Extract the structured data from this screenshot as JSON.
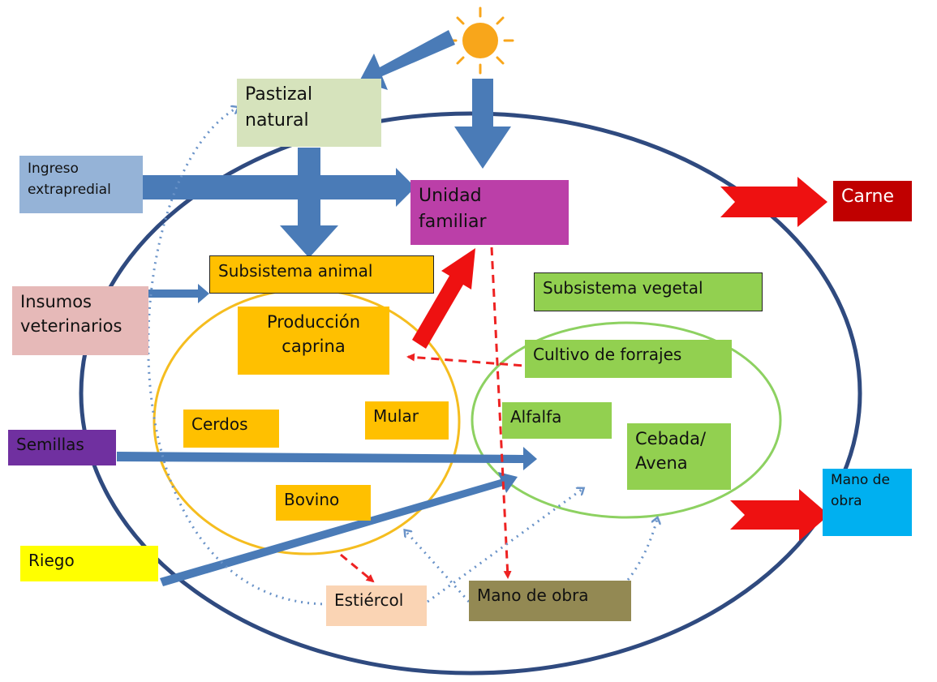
{
  "colors": {
    "ellipse_outer": "#2F4A7F",
    "ellipse_animal": "#F5BD1F",
    "ellipse_vegetal": "#8DD161",
    "flow_arrow": "#4A7BB7",
    "output_arrow": "#EE1111",
    "dashed_red": "#EE2222",
    "dotted_blue": "#6A93C8",
    "sun": "#F8A61B"
  },
  "nodes": {
    "pastizal": {
      "text": "Pastizal\nnatural",
      "bg": "#D6E3BC"
    },
    "ingreso": {
      "text": "Ingreso\nextrapredial",
      "bg": "#95B3D7"
    },
    "unidad": {
      "text": "Unidad\nfamiliar",
      "bg": "#BB3FA8"
    },
    "carne": {
      "text": "Carne",
      "bg": "#C00000"
    },
    "subsistema_animal": {
      "text": "Subsistema animal",
      "bg": "#FFC000"
    },
    "subsistema_vegetal": {
      "text": "Subsistema vegetal",
      "bg": "#92D050"
    },
    "insumos": {
      "text": "Insumos\nveterinarios",
      "bg": "#E6B9B8"
    },
    "produccion_caprina": {
      "text": "Producción\ncaprina",
      "bg": "#FFC000"
    },
    "cultivo_forrajes": {
      "text": "Cultivo de forrajes",
      "bg": "#92D050"
    },
    "cerdos": {
      "text": "Cerdos",
      "bg": "#FFC000"
    },
    "mular": {
      "text": "Mular",
      "bg": "#FFC000"
    },
    "alfalfa": {
      "text": "Alfalfa",
      "bg": "#92D050"
    },
    "cebada": {
      "text": "Cebada/\nAvena",
      "bg": "#92D050"
    },
    "semillas": {
      "text": "Semillas",
      "bg": "#7030A0"
    },
    "bovino": {
      "text": "Bovino",
      "bg": "#FFC000"
    },
    "mano_obra_ext": {
      "text": "Mano de\nobra",
      "bg": "#00B0F0"
    },
    "riego": {
      "text": "Riego",
      "bg": "#FFFF00"
    },
    "estiercol": {
      "text": "Estiércol",
      "bg": "#FAD4B4"
    },
    "mano_obra_int": {
      "text": "Mano de obra",
      "bg": "#938953"
    }
  }
}
